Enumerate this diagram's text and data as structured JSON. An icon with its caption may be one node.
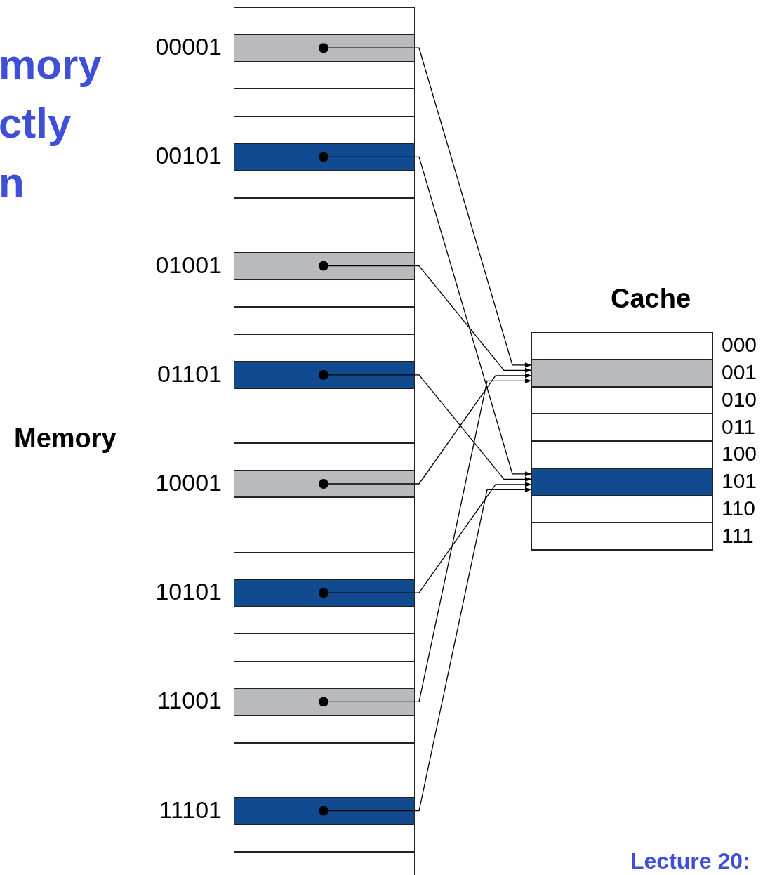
{
  "diagram": {
    "title": "mory ctly n",
    "nodes": [
      {
        "text": [
          "Memory"
        ]
      },
      {
        "text": [],
        "shape": "bar",
        "in": 0,
        "beside": [
          "00001"
        ]
      },
      {
        "text": [],
        "shape": "bar",
        "in": 0,
        "beside": [
          "00101"
        ]
      },
      {
        "text": [],
        "shape": "bar",
        "in": 0,
        "beside": [
          "01001"
        ]
      },
      {
        "text": [],
        "shape": "bar",
        "in": 0,
        "beside": [
          "01101"
        ]
      },
      {
        "text": [],
        "shape": "bar",
        "in": 0,
        "beside": [
          "10001"
        ]
      },
      {
        "text": [],
        "shape": "bar",
        "in": 0,
        "beside": [
          "10101"
        ]
      },
      {
        "text": [],
        "shape": "bar",
        "in": 0,
        "beside": [
          "11001"
        ]
      },
      {
        "text": [],
        "shape": "bar",
        "in": 0,
        "beside": [
          "11101"
        ]
      },
      {
        "text": [
          "Cache"
        ]
      },
      {
        "text": [],
        "shape": "bar",
        "in": 9,
        "beside": [
          "000"
        ]
      },
      {
        "text": [],
        "shape": "bar",
        "in": 9,
        "beside": [
          "001"
        ]
      },
      {
        "text": [],
        "shape": "bar",
        "in": 9,
        "beside": [
          "010"
        ]
      },
      {
        "text": [],
        "shape": "bar",
        "in": 9,
        "beside": [
          "011"
        ]
      },
      {
        "text": [],
        "shape": "bar",
        "in": 9,
        "beside": [
          "100"
        ]
      },
      {
        "text": [],
        "shape": "bar",
        "in": 9,
        "beside": [
          "101"
        ]
      },
      {
        "text": [],
        "shape": "bar",
        "in": 9,
        "beside": [
          "110"
        ]
      },
      {
        "text": [],
        "shape": "bar",
        "in": 9,
        "beside": [
          "111"
        ]
      }
    ],
    "edges": [
      {
        "from": 1,
        "to": 11,
        "arrow": "to"
      },
      {
        "from": 2,
        "to": 15,
        "arrow": "to"
      },
      {
        "from": 3,
        "to": 11,
        "arrow": "to"
      },
      {
        "from": 4,
        "to": 15,
        "arrow": "to"
      },
      {
        "from": 5,
        "to": 11,
        "arrow": "to"
      },
      {
        "from": 6,
        "to": 15,
        "arrow": "to"
      },
      {
        "from": 7,
        "to": 11,
        "arrow": "to"
      },
      {
        "from": 8,
        "to": 15,
        "arrow": "to"
      }
    ],
    "labels": [
      "Lecture 20:"
    ]
  }
}
